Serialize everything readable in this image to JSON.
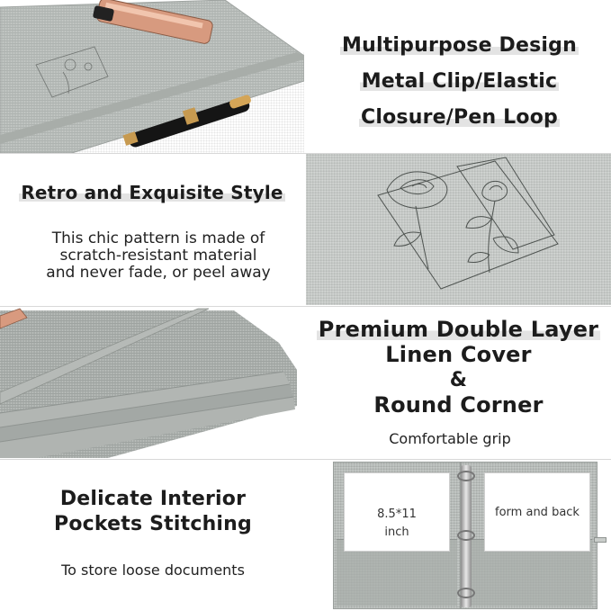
{
  "section1": {
    "lines": [
      "Multipurpose Design",
      "Metal Clip/Elastic",
      "Closure/Pen Loop"
    ]
  },
  "section2": {
    "title": "Retro and Exquisite Style",
    "desc": [
      "This chic pattern is made of",
      "scratch-resistant material",
      "and never fade, or peel away"
    ]
  },
  "section3": {
    "lines": [
      "Premium Double Layer",
      "Linen Cover",
      "&",
      "Round Corner"
    ],
    "sub": "Comfortable grip"
  },
  "section4": {
    "lines": [
      "Delicate Interior",
      "Pockets Stitching"
    ],
    "sub": "To store loose documents",
    "left_card": [
      "8.5*11",
      "inch"
    ],
    "right_card": "form and back"
  },
  "colors": {
    "linen": "#b9bebb",
    "rose_gold": "#d9987a",
    "text": "#1c1c1c"
  }
}
